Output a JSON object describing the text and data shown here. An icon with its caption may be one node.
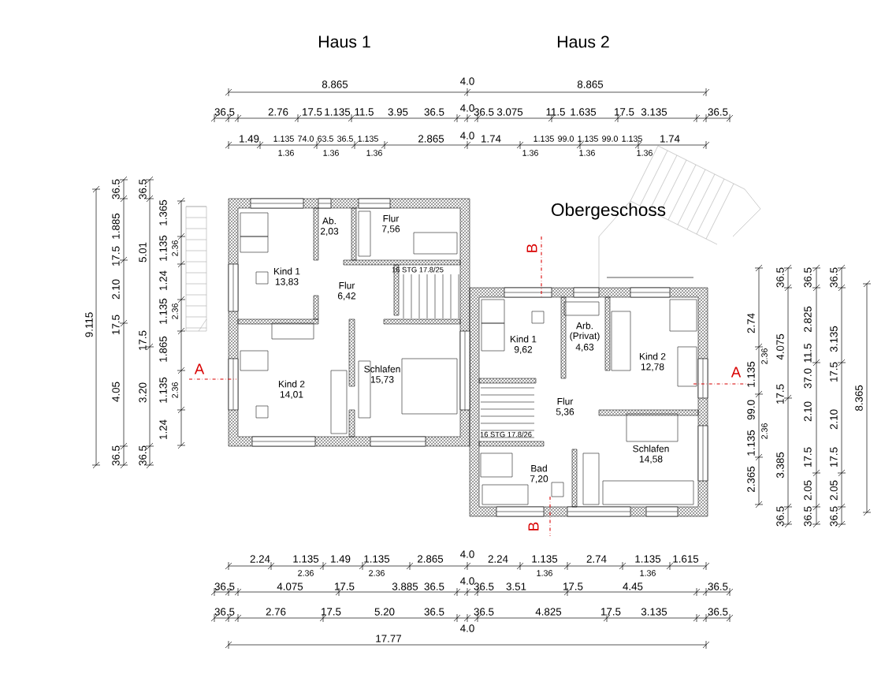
{
  "diagram": {
    "labels": [
      "Haus 1",
      "Haus 2",
      "8.865",
      "4.0",
      "8.865",
      "36.5",
      "2.76",
      "17.5",
      "1.135",
      "11.5",
      "3.95",
      "36.5",
      "4.0",
      "36.5",
      "3.075",
      "11.5",
      "1.635",
      "17.5",
      "3.135",
      "36.5",
      "1.49",
      "1.135",
      "74.0",
      "63.5",
      "36.5",
      "1.135",
      "1.36",
      "1.36",
      "1.36",
      "2.865",
      "4.0",
      "1.74",
      "1.135",
      "99.0",
      "1.135",
      "99.0",
      "1.135",
      "1.74",
      "1.36",
      "1.36",
      "1.36",
      "Obergeschoss",
      "9.115",
      "36.5",
      "1.885",
      "17.5",
      "2.10",
      "17.5",
      "4.05",
      "36.5",
      "36.5",
      "5.01",
      "17.5",
      "3.20",
      "36.5",
      "1.365",
      "1.135",
      "2.36",
      "1.24",
      "1.135",
      "2.36",
      "1.865",
      "1.135",
      "2.36",
      "1.24",
      "A",
      "B",
      "Ab.",
      "2,03",
      "Flur",
      "7,56",
      "Kind 1",
      "13,83",
      "Flur",
      "6,42",
      "16 STG 17.8/25",
      "Schlafen",
      "15,73",
      "Kind 2",
      "14,01",
      "Kind 1",
      "9,62",
      "Arb.",
      "(Privat)",
      "4,63",
      "Kind 2",
      "12,78",
      "A",
      "2.74",
      "1.135",
      "2.36",
      "99.0",
      "1.135",
      "2.36",
      "2.365",
      "36.5",
      "4.075",
      "17.5",
      "3.385",
      "36.5",
      "36.5",
      "2.825",
      "11.5",
      "37.0",
      "2.10",
      "17.5",
      "2.05",
      "36.5",
      "36.5",
      "3.135",
      "17.5",
      "2.10",
      "17.5",
      "2.05",
      "36.5",
      "8.365",
      "Flur",
      "5,36",
      "16 STG 17.8/26",
      "Schlafen",
      "14,58",
      "Bad",
      "7,20",
      "B",
      "2.24",
      "1.135",
      "2.36",
      "1.49",
      "1.135",
      "2.36",
      "2.865",
      "4.0",
      "2.24",
      "1.135",
      "1.36",
      "2.74",
      "1.135",
      "1.36",
      "1.615",
      "36.5",
      "4.075",
      "17.5",
      "3.885",
      "36.5",
      "4.0",
      "36.5",
      "3.51",
      "17.5",
      "4.45",
      "36.5",
      "36.5",
      "2.76",
      "17.5",
      "5.20",
      "36.5",
      "36.5",
      "4.825",
      "17.5",
      "3.135",
      "36.5",
      "4.0",
      "17.77"
    ]
  }
}
